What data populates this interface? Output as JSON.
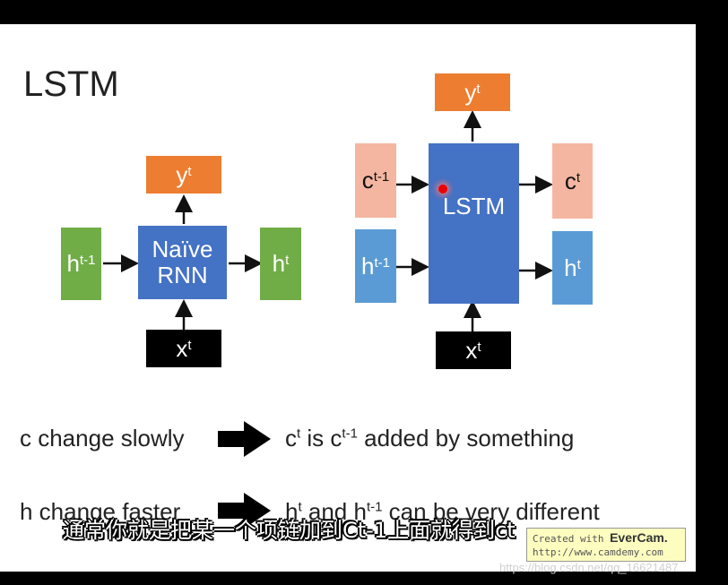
{
  "title": "LSTM",
  "naive": {
    "y": {
      "base": "y",
      "sup": "t"
    },
    "rnn_line1": "Naïve",
    "rnn_line2": "RNN",
    "h_prev": {
      "base": "h",
      "sup": "t-1"
    },
    "h_next": {
      "base": "h",
      "sup": "t"
    },
    "x": {
      "base": "x",
      "sup": "t"
    }
  },
  "lstm": {
    "y": {
      "base": "y",
      "sup": "t"
    },
    "label": "LSTM",
    "c_prev": {
      "base": "c",
      "sup": "t-1"
    },
    "c_next": {
      "base": "c",
      "sup": "t"
    },
    "h_prev": {
      "base": "h",
      "sup": "t-1"
    },
    "h_next": {
      "base": "h",
      "sup": "t"
    },
    "x": {
      "base": "x",
      "sup": "t"
    }
  },
  "rows": {
    "c_left": "c change slowly",
    "c_right_1": "c",
    "c_right_1_sup": "t",
    "c_right_2": " is c",
    "c_right_2_sup": "t-1",
    "c_right_3": " added by something",
    "h_left": "h change faster",
    "h_right_1": "h",
    "h_right_1_sup": "t",
    "h_right_2": " and h",
    "h_right_2_sup": "t-1",
    "h_right_3": " can be very different"
  },
  "subtitle": "通常你就是把某一个项链加到Ct-1上面就得到ct",
  "evercam": {
    "line1_prefix": "Created with ",
    "line1_brand": "EverCam.",
    "line2": "http://www.camdemy.com"
  },
  "watermark": "https://blog.csdn.net/qq_16621487"
}
